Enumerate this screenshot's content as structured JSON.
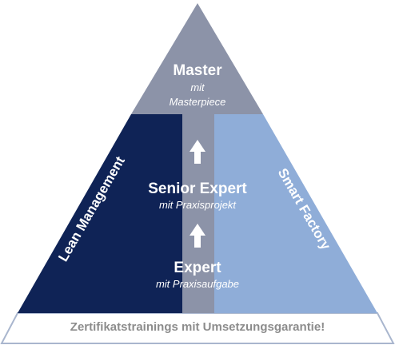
{
  "pyramid": {
    "top": {
      "title": "Master",
      "line1": "mit",
      "line2": "Masterpiece"
    },
    "middle": {
      "title": "Senior Expert",
      "subtitle": "mit Praxisprojekt"
    },
    "bottom": {
      "title": "Expert",
      "subtitle": "mit Praxisaufgabe"
    },
    "left_side": {
      "label": "Lean Management"
    },
    "right_side": {
      "label": "Smart Factory"
    },
    "base": {
      "label": "Zertifikatstrainings mit Umsetzungsgarantie!"
    }
  },
  "colors": {
    "top": "#8c93a8",
    "center_column": "#8c93a8",
    "left": "#0f2356",
    "right": "#8fadd8",
    "base_stroke": "#a9b6ce",
    "base_text": "#8c8c8c",
    "arrow": "#ffffff"
  }
}
